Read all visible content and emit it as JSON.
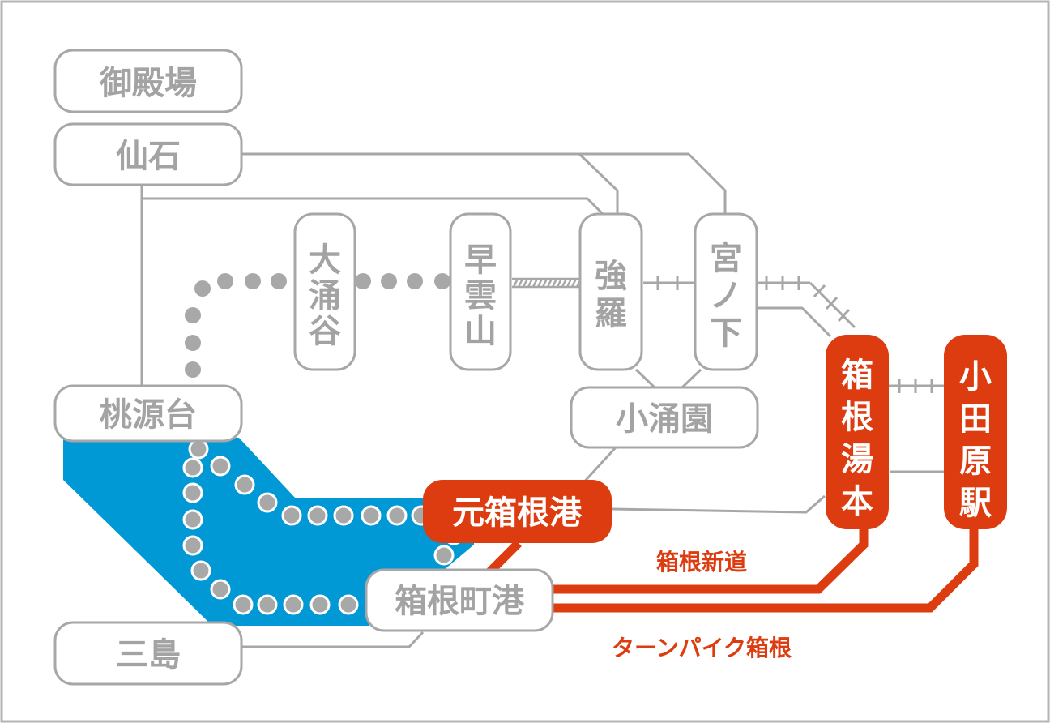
{
  "stations": {
    "gotemba": "御殿場",
    "sengoku": "仙石",
    "owakudani": "大涌谷",
    "sounzan": "早雲山",
    "gora": "強羅",
    "miyanoshita": "宮ノ下",
    "kowakien": "小涌園",
    "togendai": "桃源台",
    "motohakone_ko": "元箱根港",
    "hakonemachi_ko": "箱根町港",
    "mishima": "三島",
    "hakone_yumoto": "箱根湯本",
    "odawara": "小田原駅"
  },
  "roads": {
    "hakone_shindo": "箱根新道",
    "turnpike": "ターンパイク箱根"
  },
  "colors": {
    "background": "#ffffff",
    "frame": "#b4b4b4",
    "gray_line": "#a7a7a7",
    "gray_label": "#a3a3a3",
    "highlight": "#dc3c10",
    "lake": "#0099d6",
    "ropeway_dot": "#a8a8a8",
    "cruise_dot": "#ffffff"
  }
}
